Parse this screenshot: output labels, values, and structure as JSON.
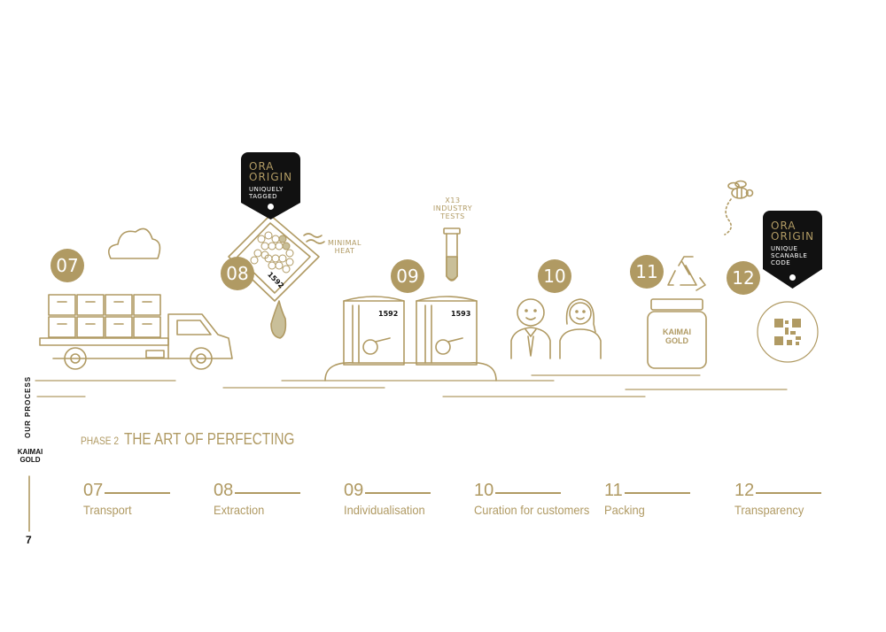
{
  "sidebar": {
    "label": "OUR PROCESS",
    "brand": "KAIMAI GOLD",
    "page_number": "7"
  },
  "phase": {
    "prefix": "PHASE 2",
    "title": "THE ART OF PERFECTING"
  },
  "tags": {
    "tag_08": {
      "line1": "ORA",
      "line2": "ORIGIN",
      "line3": "UNIQUELY",
      "line4": "TAGGED"
    },
    "tag_12": {
      "line1": "ORA",
      "line2": "ORIGIN",
      "line3": "UNIQUE",
      "line4": "SCANABLE",
      "line5": "CODE"
    }
  },
  "labels": {
    "minimal_heat": [
      "MINIMAL",
      "HEAT"
    ],
    "industry_tests": [
      "X13",
      "INDUSTRY",
      "TESTS"
    ],
    "honeycomb_code": "1592",
    "vat_1": "1592",
    "vat_2": "1593",
    "jar_text": "KAIMAI GOLD"
  },
  "circles": [
    "07",
    "08",
    "09",
    "10",
    "11",
    "12"
  ],
  "steps": [
    {
      "num": "07",
      "name": "Transport"
    },
    {
      "num": "08",
      "name": "Extraction"
    },
    {
      "num": "09",
      "name": "Individualisation"
    },
    {
      "num": "10",
      "name": "Curation for customers"
    },
    {
      "num": "11",
      "name": "Packing"
    },
    {
      "num": "12",
      "name": "Transparency"
    }
  ],
  "colors": {
    "gold": "#b09a63",
    "tag_black": "#111111",
    "white": "#ffffff"
  }
}
